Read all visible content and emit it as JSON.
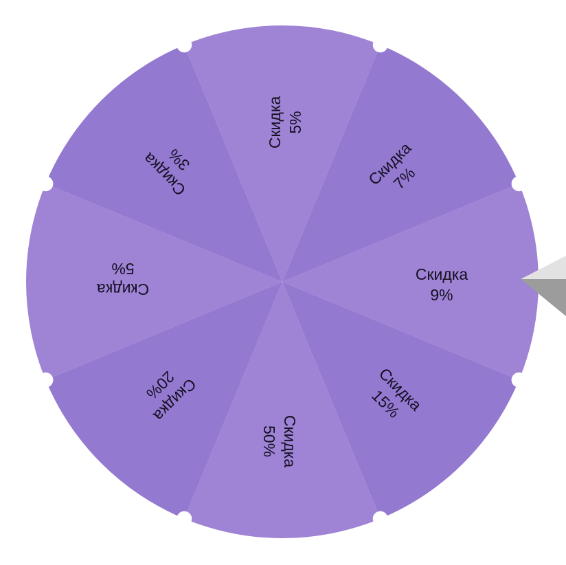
{
  "wheel": {
    "colors": {
      "light": "#9f83d5",
      "dark": "#9479d1",
      "peg": "#ffffff",
      "text": "#141021"
    },
    "sectors": [
      {
        "line1": "Скидка",
        "line2": "9%",
        "shade": "light"
      },
      {
        "line1": "Скидка",
        "line2": "15%",
        "shade": "dark"
      },
      {
        "line1": "Скидка",
        "line2": "50%",
        "shade": "light"
      },
      {
        "line1": "Скидка",
        "line2": "20%",
        "shade": "dark"
      },
      {
        "line1": "Скидка",
        "line2": "5%",
        "shade": "light"
      },
      {
        "line1": "Скидка",
        "line2": "3%",
        "shade": "dark"
      },
      {
        "line1": "Скидка",
        "line2": "5%",
        "shade": "light"
      },
      {
        "line1": "Скидка",
        "line2": "7%",
        "shade": "dark"
      }
    ],
    "pegs": 8
  },
  "pointer": {
    "icon": "triangle-pointer-icon",
    "colors": {
      "top": "#e2e2e2",
      "bottom": "#9c9c9c"
    }
  }
}
